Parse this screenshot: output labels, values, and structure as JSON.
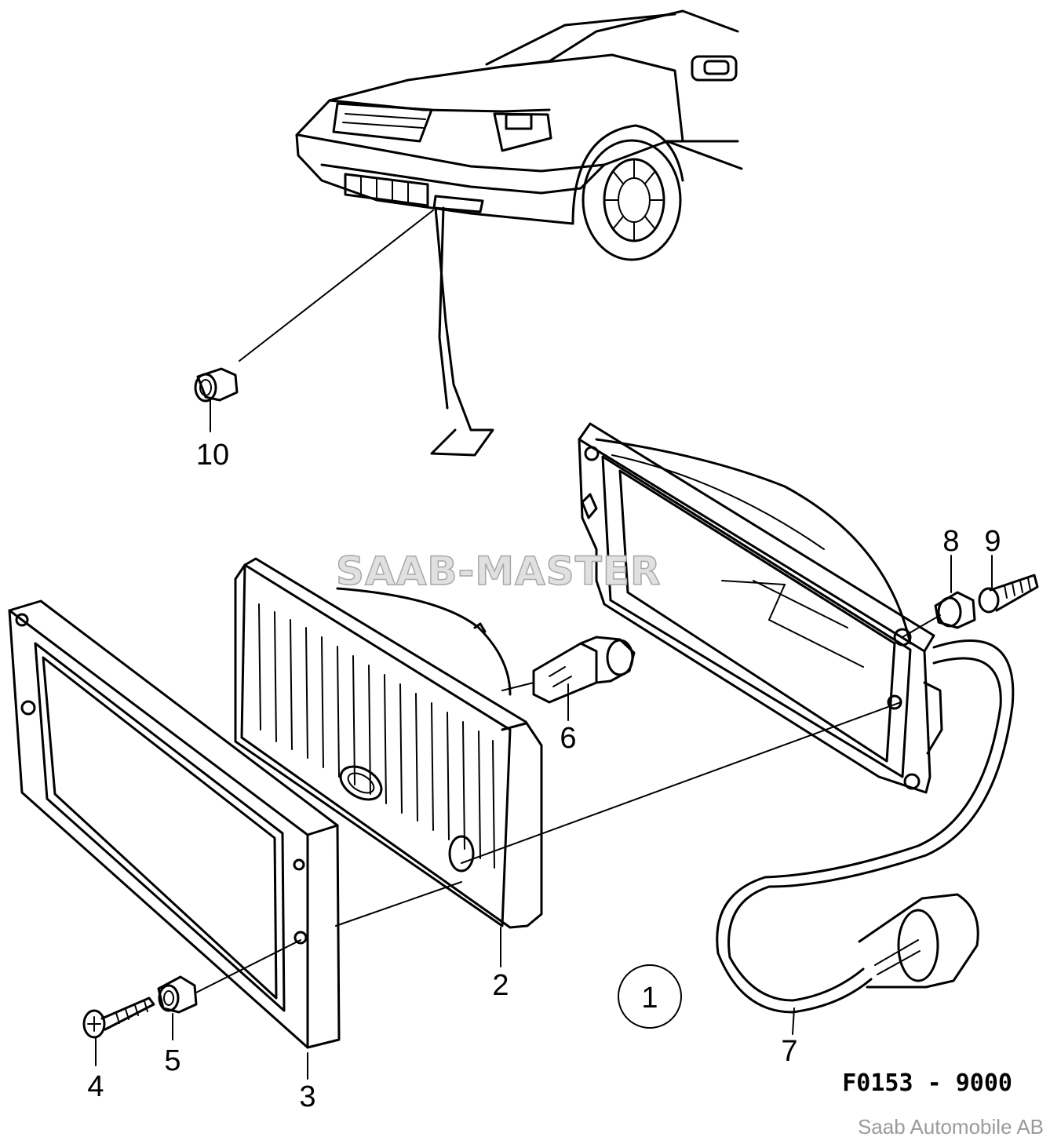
{
  "watermark": "SAAB-MASTER",
  "figure_code": "F0153 - 9000",
  "credit": "Saab Automobile AB",
  "assembly_label": "1",
  "callouts": {
    "c2": "2",
    "c3": "3",
    "c4": "4",
    "c5": "5",
    "c6": "6",
    "c7": "7",
    "c8": "8",
    "c9": "9",
    "c10": "10"
  }
}
